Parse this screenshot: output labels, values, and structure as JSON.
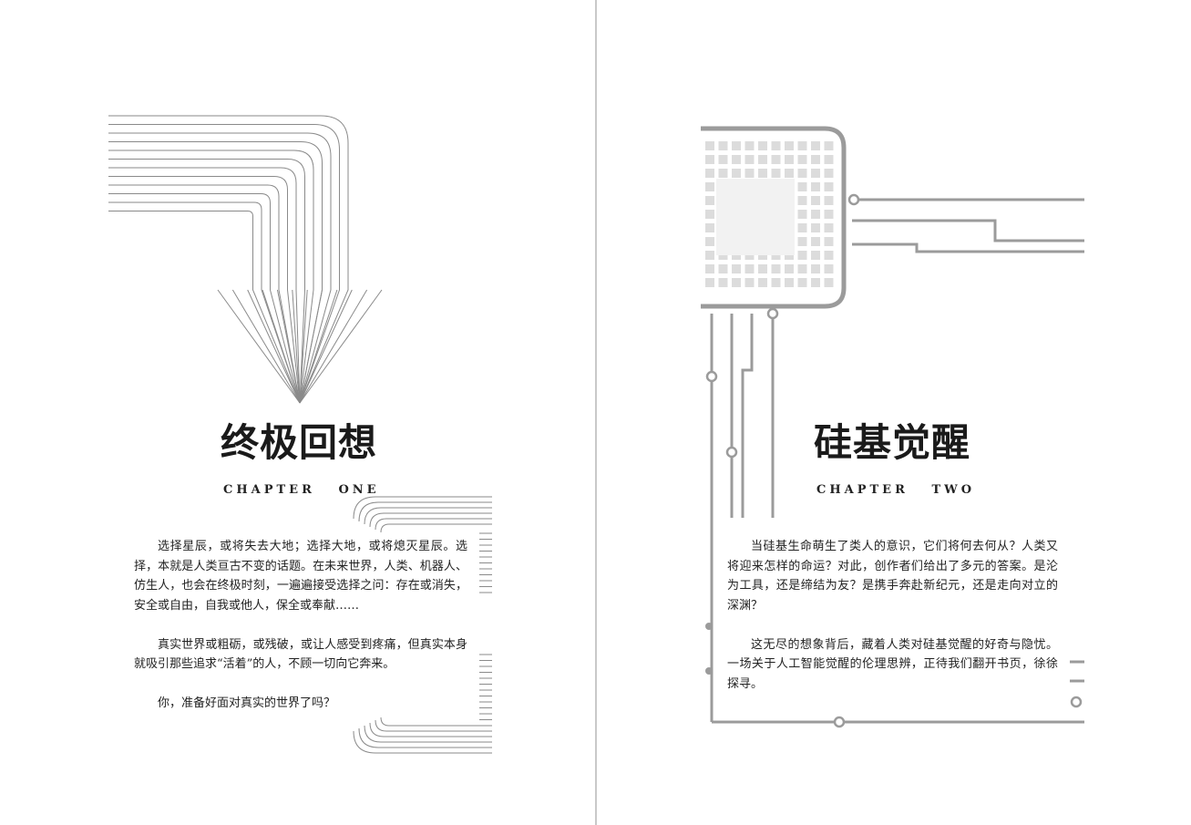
{
  "left_page": {
    "title": "终极回想",
    "subtitle": "CHAPTER   ONE",
    "paragraphs": [
      "选择星辰，或将失去大地；选择大地，或将熄灭星辰。选择，本就是人类亘古不变的话题。在未来世界，人类、机器人、仿生人，也会在终极时刻，一遍遍接受选择之问：存在或消失，安全或自由，自我或他人，保全或奉献……",
      "真实世界或粗砺，或残破，或让人感受到疼痛，但真实本身就吸引那些追求“活着”的人，不顾一切向它奔来。",
      "你，准备好面对真实的世界了吗？"
    ]
  },
  "right_page": {
    "title": "硅基觉醒",
    "subtitle": "CHAPTER   TWO",
    "paragraphs": [
      "当硅基生命萌生了类人的意识，它们将何去何从？人类又将迎来怎样的命运？对此，创作者们给出了多元的答案。是沦为工具，还是缔结为友？是携手奔赴新纪元，还是走向对立的深渊？",
      "这无尽的想象背后，藏着人类对硅基觉醒的好奇与隐忧。一场关于人工智能觉醒的伦理思辨，正待我们翻开书页，徐徐探寻。"
    ]
  },
  "colors": {
    "line": "#8a8a8a",
    "chip": "#9b9b9b",
    "chip_light": "#dcdcdc",
    "text": "#222222"
  },
  "icons": [
    "line-arrow-icon",
    "corner-lines-icon",
    "circuit-chip-icon"
  ]
}
